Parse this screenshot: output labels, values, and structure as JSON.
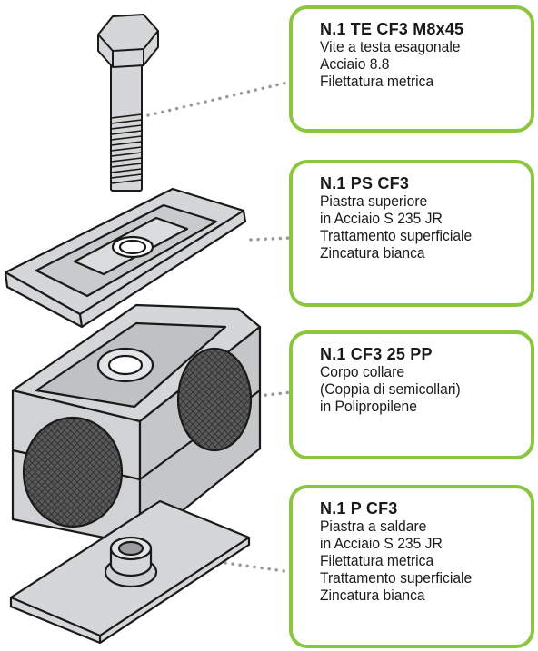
{
  "parts": [
    {
      "code": "N.1 TE CF3 M8x45",
      "lines": [
        "Vite a testa esagonale",
        "Acciaio 8.8",
        "Filettatura metrica"
      ]
    },
    {
      "code": "N.1 PS CF3",
      "lines": [
        "Piastra superiore",
        "in Acciaio S 235 JR",
        "Trattamento superficiale",
        "Zincatura bianca"
      ]
    },
    {
      "code": "N.1 CF3 25 PP",
      "lines": [
        "Corpo collare",
        "(Coppia di semicollari)",
        "in Polipropilene"
      ]
    },
    {
      "code": "N.1 P CF3",
      "lines": [
        "Piastra a saldare",
        "in Acciaio S 235 JR",
        "Filettatura metrica",
        "Trattamento superficiale",
        "Zincatura bianca"
      ]
    }
  ],
  "colors": {
    "accent": "#8cc63f",
    "part_fill": "#d4d6d8",
    "outline": "#1a1a1a",
    "mesh": "#3a3a3a",
    "leader": "#9a9a9a"
  },
  "icons": [
    "hex-bolt-icon",
    "top-plate-icon",
    "clamp-body-icon",
    "weld-plate-icon"
  ]
}
